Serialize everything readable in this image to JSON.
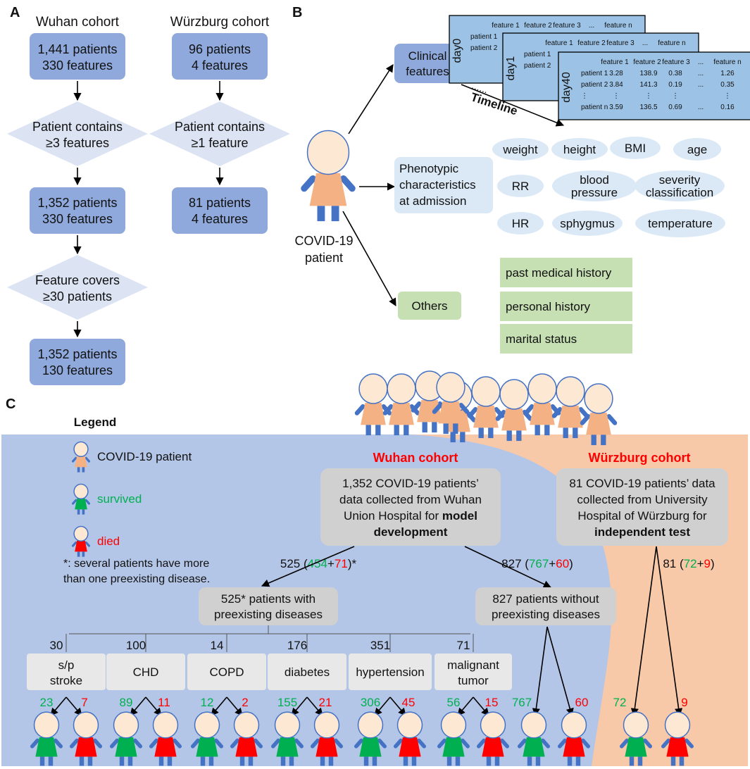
{
  "colors": {
    "box_blue": "#8fa9dc",
    "diamond_blue": "#dce3f3",
    "stack_blue": "#9cc3e6",
    "pheno_bg": "#dbe9f6",
    "green_box": "#c6e0b4",
    "panel_blue": "#b4c6e7",
    "panel_orange": "#f7c9a9",
    "grey_box": "#d0d0d0",
    "disease_box": "#e8e8e8",
    "skin": "#fde8d4",
    "body_orange": "#f4b183",
    "arms_blue": "#4472c4",
    "survived_green": "#00b050",
    "died_red": "#ff0000",
    "title_red": "#ff0000"
  },
  "panel_a": {
    "label": "A",
    "wuhan": {
      "title": "Wuhan cohort",
      "box1": [
        "1,441 patients",
        "330 features"
      ],
      "diamond1": [
        "Patient contains",
        "≥3 features"
      ],
      "box2": [
        "1,352 patients",
        "330 features"
      ],
      "diamond2": [
        "Feature covers",
        "≥30 patients"
      ],
      "box3": [
        "1,352 patients",
        "130 features"
      ]
    },
    "wurzburg": {
      "title": "Würzburg cohort",
      "box1": [
        "96 patients",
        "4 features"
      ],
      "diamond1": [
        "Patient contains",
        "≥1 feature"
      ],
      "box2": [
        "81 patients",
        "4 features"
      ]
    }
  },
  "panel_b": {
    "label": "B",
    "patient_label": [
      "COVID-19",
      "patient"
    ],
    "clinical": [
      "Clinical",
      "features"
    ],
    "phenotypic": [
      "Phenotypic",
      "characteristics",
      "at admission"
    ],
    "others": "Others",
    "timeline": "Timeline",
    "timeline_dots": "......",
    "days": [
      "day0",
      "day1",
      "day40"
    ],
    "table_header": [
      "feature 1",
      "feature 2",
      "feature 3",
      "...",
      "feature n"
    ],
    "row_labels": [
      "patient 1",
      "patient 2",
      "⋮",
      "patient n"
    ],
    "day40_rows": [
      [
        "3.28",
        "138.9",
        "0.38",
        "...",
        "1.26"
      ],
      [
        "3.84",
        "141.3",
        "0.19",
        "...",
        "0.35"
      ],
      [
        "⋮",
        "⋮",
        "⋮",
        "",
        "⋮"
      ],
      [
        "3.59",
        "136.5",
        "0.69",
        "...",
        "0.16"
      ]
    ],
    "phenotypes": [
      "weight",
      "height",
      "BMI",
      "age",
      "RR",
      "blood pressure",
      "severity classification",
      "HR",
      "sphygmus",
      "temperature"
    ],
    "other_items": [
      "past medical history",
      "personal history",
      "marital status"
    ]
  },
  "panel_c": {
    "label": "C",
    "legend_title": "Legend",
    "legend_items": [
      "COVID-19 patient",
      "survived",
      "died"
    ],
    "footnote": [
      "*: several patients have more",
      "than one preexisting disease."
    ],
    "wuhan_title": "Wuhan cohort",
    "wurzburg_title": "Würzburg cohort",
    "wuhan_box": [
      "1,352 COVID-19 patients’",
      "data collected from Wuhan",
      "Union Hospital for ",
      "model",
      "development"
    ],
    "wurzburg_box": [
      "81 COVID-19 patients’ data",
      "collected from University",
      "Hospital of Würzburg for",
      "independent test"
    ],
    "split_left": {
      "total": "525",
      "survived": "454",
      "died": "71"
    },
    "split_right": {
      "total": "827",
      "survived": "767",
      "died": "60"
    },
    "split_wz": {
      "total": "81",
      "survived": "72",
      "died": "9"
    },
    "preexisting_box": [
      "525* patients with",
      "preexisting diseases"
    ],
    "no_preexisting_box": [
      "827 patients without",
      "preexisting diseases"
    ],
    "diseases": [
      {
        "count": "30",
        "name": [
          "s/p",
          "stroke"
        ],
        "survived": "23",
        "died": "7"
      },
      {
        "count": "100",
        "name": [
          "CHD"
        ],
        "survived": "89",
        "died": "11"
      },
      {
        "count": "14",
        "name": [
          "COPD"
        ],
        "survived": "12",
        "died": "2"
      },
      {
        "count": "176",
        "name": [
          "diabetes"
        ],
        "survived": "155",
        "died": "21"
      },
      {
        "count": "351",
        "name": [
          "hypertension"
        ],
        "survived": "306",
        "died": "45"
      },
      {
        "count": "71",
        "name": [
          "malignant",
          "tumor"
        ],
        "survived": "56",
        "died": "15"
      }
    ],
    "no_pre_outcome": {
      "survived": "767",
      "died": "60"
    },
    "wz_outcome": {
      "survived": "72",
      "died": "9"
    }
  }
}
